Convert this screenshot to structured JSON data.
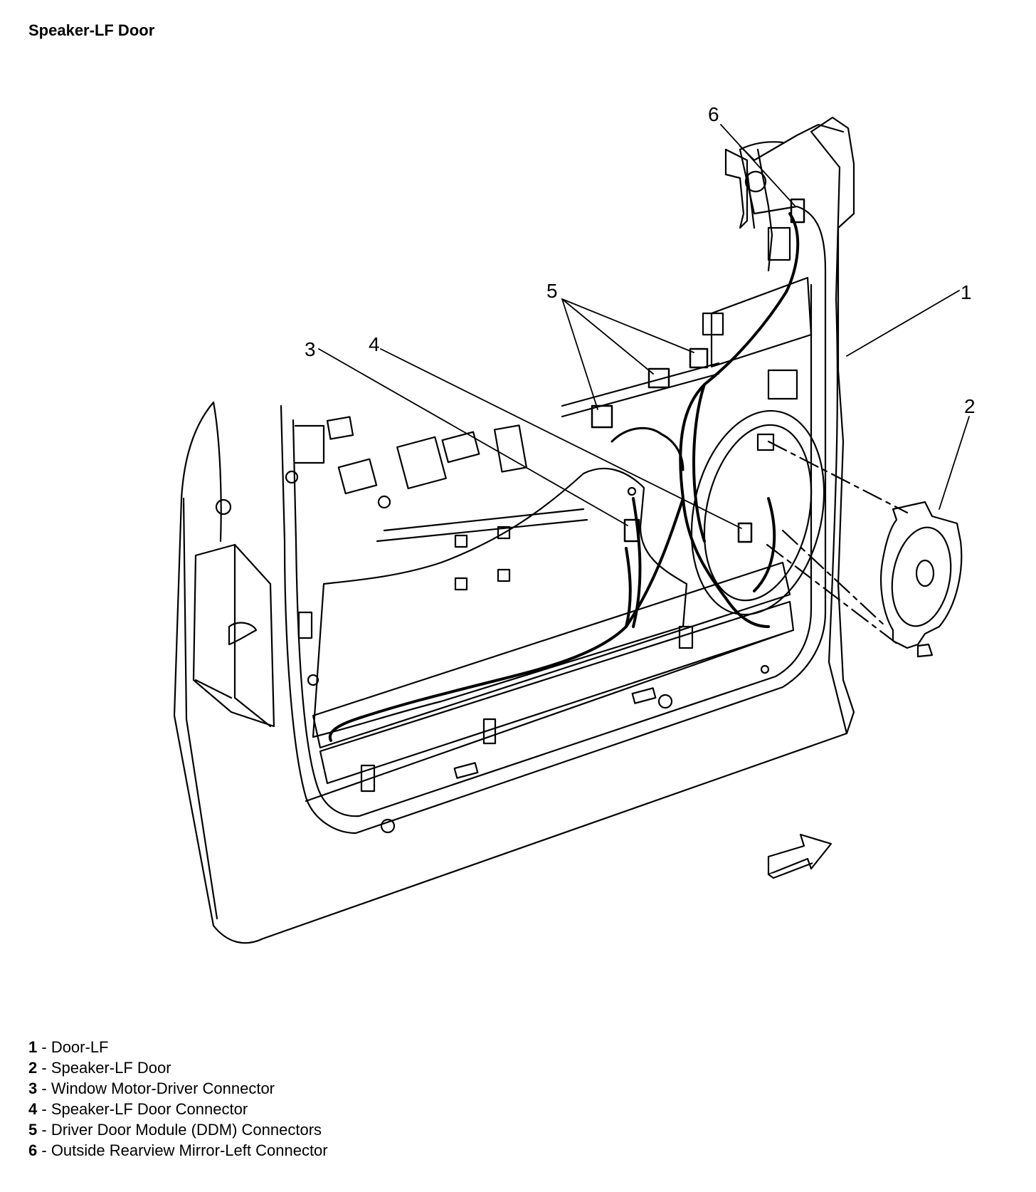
{
  "title": "Speaker-LF Door",
  "callouts": [
    "1",
    "2",
    "3",
    "4",
    "5",
    "6"
  ],
  "legend": [
    {
      "num": "1",
      "sep": " - ",
      "label": "Door-LF"
    },
    {
      "num": "2",
      "sep": " - ",
      "label": "Speaker-LF Door"
    },
    {
      "num": "3",
      "sep": " - ",
      "label": "Window Motor-Driver Connector"
    },
    {
      "num": "4",
      "sep": " - ",
      "label": "Speaker-LF Door Connector"
    },
    {
      "num": "5",
      "sep": " - ",
      "label": "Driver Door Module (DDM) Connectors"
    },
    {
      "num": "6",
      "sep": " - ",
      "label": "Outside Rearview Mirror-Left Connector"
    }
  ],
  "icons": [
    "door-panel-drawing",
    "speaker-icon",
    "direction-arrow-icon"
  ]
}
